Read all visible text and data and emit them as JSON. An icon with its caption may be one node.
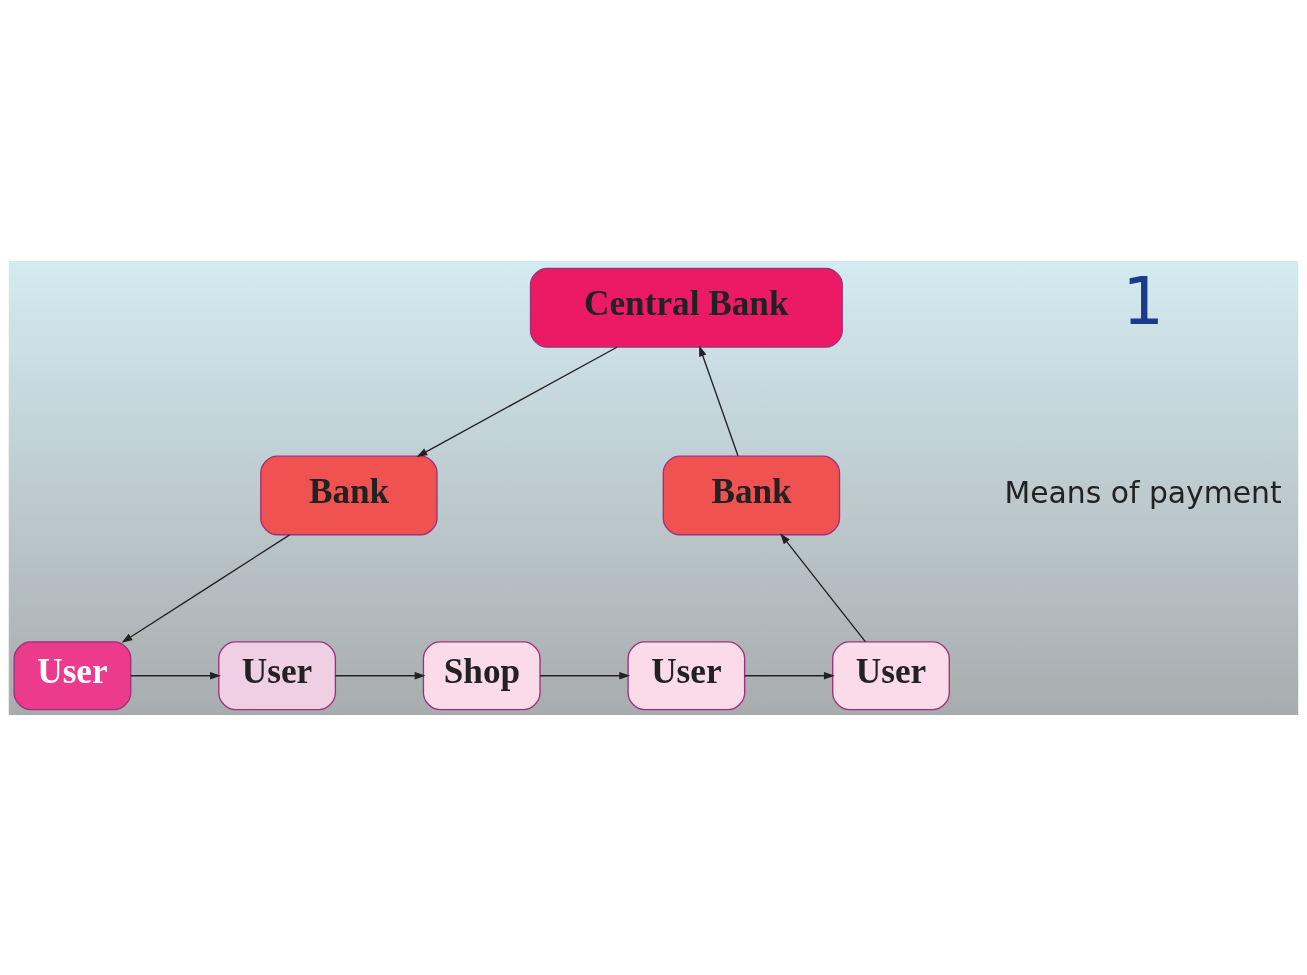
{
  "diagram": {
    "nodes": [
      {
        "text": [
          "Central Bank"
        ]
      },
      {
        "text": [
          "Bank"
        ]
      },
      {
        "text": [
          "Bank"
        ]
      },
      {
        "text": [
          "User"
        ]
      },
      {
        "text": [
          "User"
        ]
      },
      {
        "text": [
          "Shop"
        ]
      },
      {
        "text": [
          "User"
        ]
      },
      {
        "text": [
          "User"
        ]
      }
    ],
    "edges": [
      {
        "from": 0,
        "to": 1,
        "arrow": "to"
      },
      {
        "from": 2,
        "to": 0,
        "arrow": "to"
      },
      {
        "from": 1,
        "to": 3,
        "arrow": "to"
      },
      {
        "from": 3,
        "to": 4,
        "arrow": "to"
      },
      {
        "from": 4,
        "to": 5,
        "arrow": "to"
      },
      {
        "from": 5,
        "to": 6,
        "arrow": "to"
      },
      {
        "from": 6,
        "to": 7,
        "arrow": "to"
      },
      {
        "from": 7,
        "to": 2,
        "arrow": "to"
      }
    ],
    "labels": [
      "1",
      "Means of payment"
    ]
  }
}
